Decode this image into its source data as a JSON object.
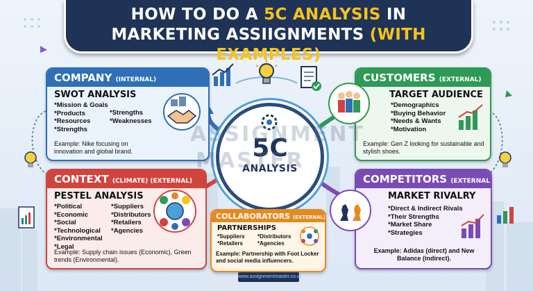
{
  "title": {
    "line1_a": "HOW TO DO A ",
    "line1_b": "5C ANALYSIS",
    "line1_c": " IN",
    "line2_a": "MARKETING ASSIIGNMENTS ",
    "line2_b": "(WITH EXAMPLES)"
  },
  "company": {
    "header": "COMPANY",
    "tag": "(INTERNAL)",
    "subtitle": "SWOT ANALYSIS",
    "col1": [
      "*Mission & Goals",
      "*Products",
      "*Resources",
      "*Strengths"
    ],
    "col2": [
      "*Strengths",
      "*Weaknesses"
    ],
    "example": "Example: Nike focusing on innovation and global brand."
  },
  "customers": {
    "header": "CUSTOMERS",
    "tag": "(EXTERNAL)",
    "subtitle": "TARGET AUDIENCE",
    "items": [
      "*Demographics",
      "*Buying Behavior",
      "*Needs & Wants",
      "*Motivation"
    ],
    "example": "Example: Gen Z looking for sustainable and stylish shoes."
  },
  "context": {
    "header": "CONTEXT",
    "tag": "(CLIMATE) (EXTERNAL)",
    "subtitle": "PESTEL ANALYSIS",
    "col1": [
      "*Political",
      "*Economic",
      "*Social",
      "*Technological",
      "*Environmental",
      "*Legal"
    ],
    "col2": [
      "*Suppliers",
      "*Distributors",
      "*Retailers",
      "*Agencies"
    ],
    "example": "Example: Supply chain issues (Economic), Green trends (Environmental)."
  },
  "collaborators": {
    "header": "COLLABORATORS",
    "tag": "(EXTERNAL)",
    "subtitle": "PARTNERSHIPS",
    "col1": [
      "*Suppliers",
      "*Retailers"
    ],
    "col2": [
      "*Distributors",
      "*Agencies"
    ],
    "example": "Example: Partnership with Foot Locker and social media influencers."
  },
  "competitors": {
    "header": "COMPETITORS",
    "tag": "(EXTERNAL)",
    "subtitle": "MARKET RIVALRY",
    "items": [
      "*Direct & Indirect Rivals",
      "*Their Strengths",
      "*Market Share",
      "*Strategies"
    ],
    "example": "Example: Adidas (direct) and New Balance (indirect)."
  },
  "center": {
    "title": "5C",
    "subtitle": "ANALYSIS"
  },
  "watermark": {
    "line1": "ASSIGNMENT",
    "line2": "MASTER"
  },
  "footer": "www.assignmentmaster.co.uk",
  "colors": {
    "navy": "#1f3357",
    "yellow": "#f5c31b",
    "company": "#2f6fb7",
    "customers": "#2e9a55",
    "context": "#d0443d",
    "collaborators": "#e58a1f",
    "competitors": "#7a4bb5"
  }
}
